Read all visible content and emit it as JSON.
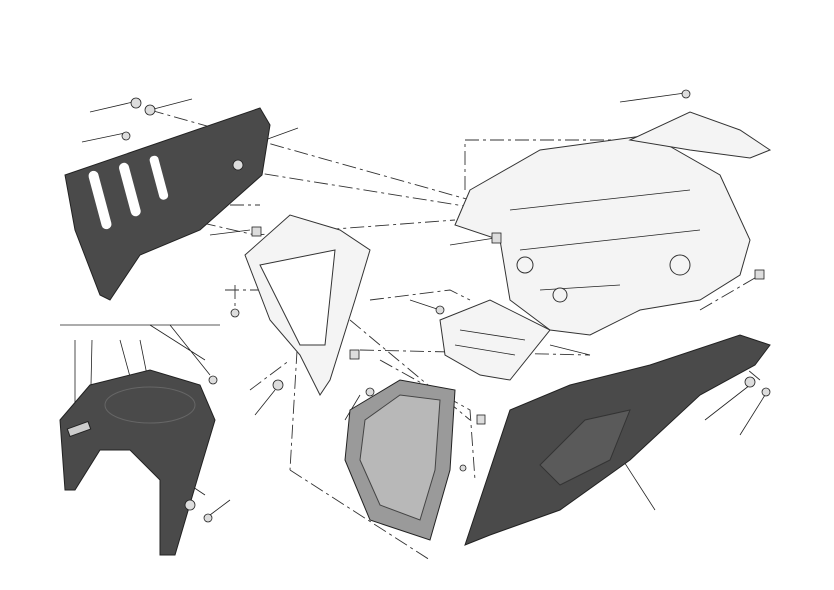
{
  "diagram": {
    "type": "exploded-parts-view",
    "colors": {
      "panel": "#4a4a4a",
      "frame": "#f4f4f4",
      "lines": "#222222"
    },
    "parts": [
      {
        "id": "left-side-panel"
      },
      {
        "id": "front-fender"
      },
      {
        "id": "center-fairing-frame"
      },
      {
        "id": "mesh-grille"
      },
      {
        "id": "skid-plate"
      },
      {
        "id": "subframe"
      },
      {
        "id": "tail-cover"
      },
      {
        "id": "right-side-panel"
      }
    ]
  }
}
